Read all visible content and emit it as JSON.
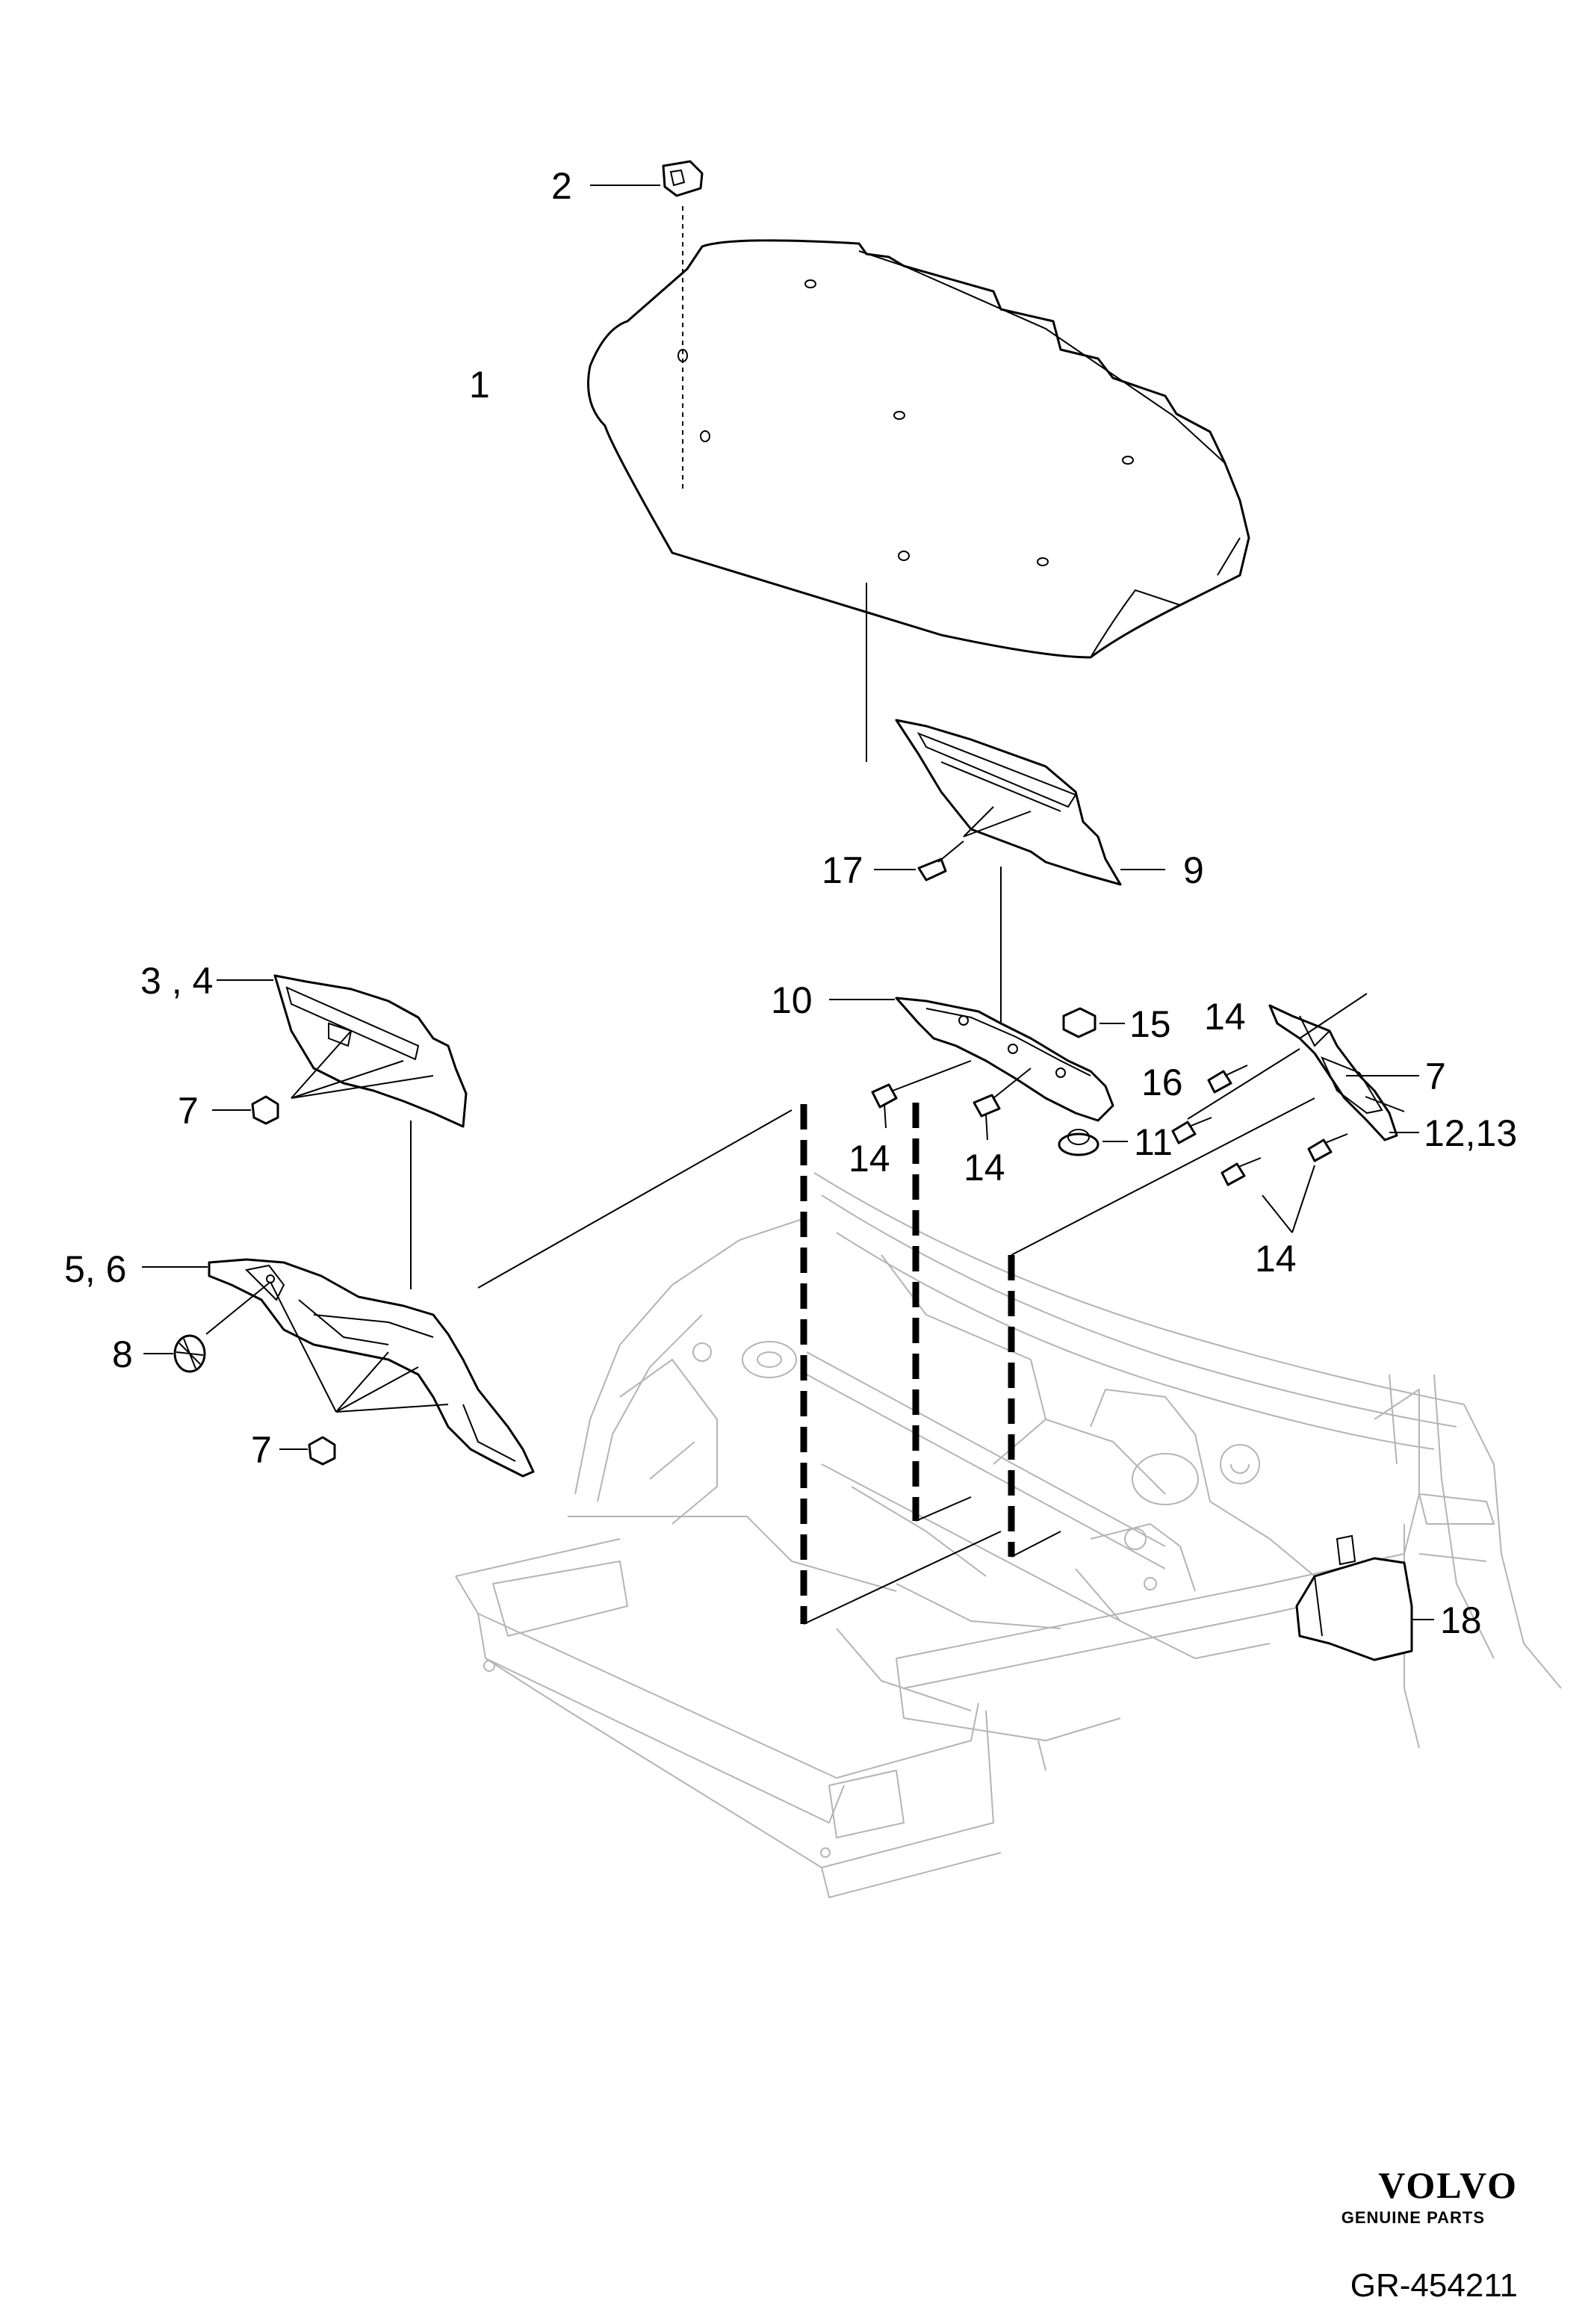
{
  "diagram": {
    "callouts": [
      "1",
      "2",
      "3 , 4",
      "5, 6",
      "7",
      "7",
      "7",
      "8",
      "9",
      "10",
      "11",
      "12,13",
      "14",
      "14",
      "14",
      "14",
      "15",
      "16",
      "17",
      "18"
    ]
  },
  "footer": {
    "brand": "VOLVO",
    "brand_sub": "GENUINE PARTS",
    "reference": "GR-454211"
  },
  "colors": {
    "ink": "#000000",
    "body_outline": "#b4b4b4",
    "accent_edge": "#cc66cc"
  }
}
